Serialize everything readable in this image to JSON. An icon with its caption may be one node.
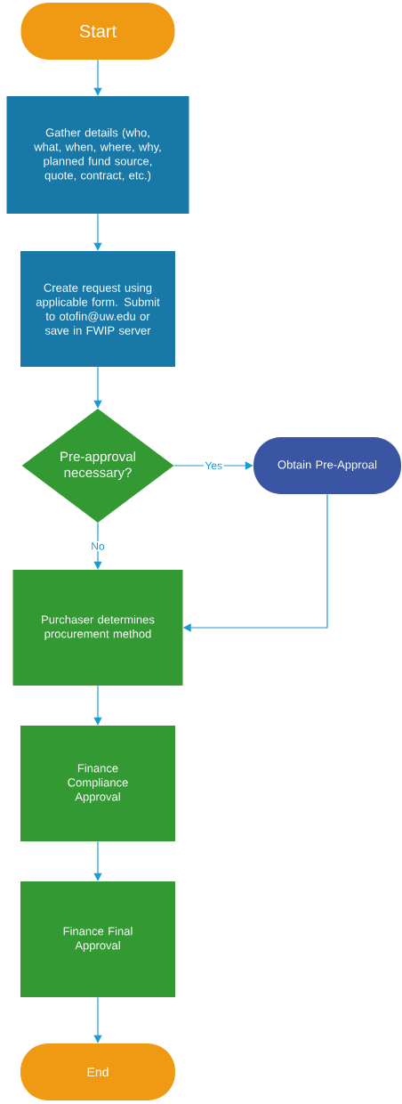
{
  "diagram": {
    "nodes": [
      {
        "text": [
          "Start"
        ]
      },
      {
        "text": [
          "Gather details (who, what, when, where, why, planned fund source, quote, contract, etc.)"
        ]
      },
      {
        "text": [
          "Create request using applicable form. Submit to otofin@uw.edu or save in FWIP server"
        ]
      },
      {
        "text": [
          "Pre-approval necessary?"
        ]
      },
      {
        "text": [
          "Obtain Pre-Approal"
        ]
      },
      {
        "text": [
          "Purchaser determines procurement method"
        ]
      },
      {
        "text": [
          "Finance Compliance Approval"
        ]
      },
      {
        "text": [
          "Finance Final Approval"
        ]
      },
      {
        "text": [
          "End"
        ]
      }
    ],
    "edges": [
      {
        "from": 0,
        "to": 1,
        "arrow": "to"
      },
      {
        "from": 1,
        "to": 2,
        "arrow": "to"
      },
      {
        "from": 2,
        "to": 3,
        "arrow": "to"
      },
      {
        "from": 3,
        "to": 4,
        "arrow": "to",
        "label": "Yes"
      },
      {
        "from": 3,
        "to": 5,
        "arrow": "to",
        "label": "No"
      },
      {
        "from": 4,
        "to": 5,
        "arrow": "to"
      },
      {
        "from": 5,
        "to": 6,
        "arrow": "to"
      },
      {
        "from": 6,
        "to": 7,
        "arrow": "to"
      },
      {
        "from": 7,
        "to": 8,
        "arrow": "to"
      }
    ]
  }
}
